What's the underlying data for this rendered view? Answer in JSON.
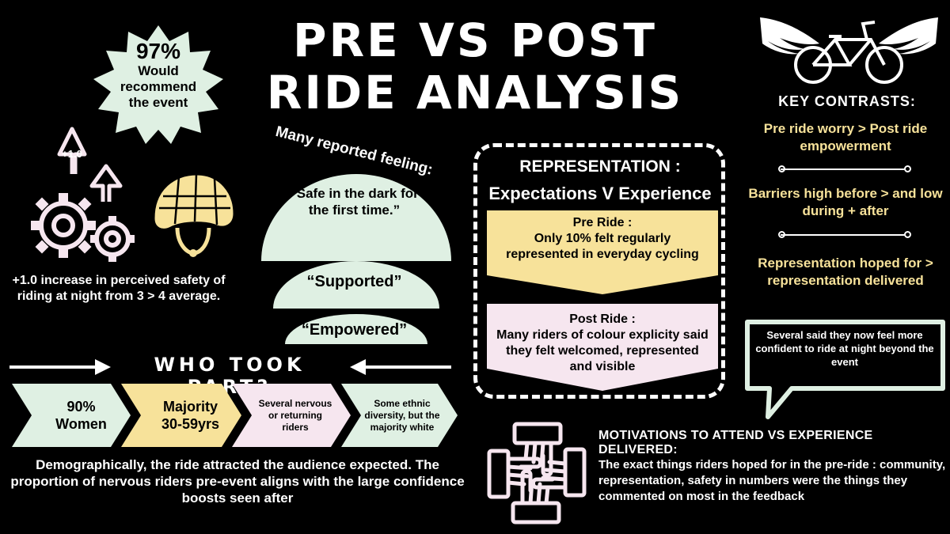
{
  "title": {
    "line1": "PRE VS POST",
    "line2": "RIDE ANALYSIS"
  },
  "recommend": {
    "percent": "97%",
    "line1": "Would",
    "line2": "recommend",
    "line3": "the event"
  },
  "safety": {
    "increase_label": "+1.0",
    "text": "+1.0 increase in perceived safety of riding at night from 3 > 4 average."
  },
  "feelings": {
    "title": "Many reported feeling:",
    "items": [
      "“Safe in the dark for the first time.”",
      "“Supported”",
      "“Empowered”"
    ]
  },
  "who_took_part": {
    "title": "WHO TOOK PART?",
    "items": [
      {
        "text": "90% Women",
        "color": "#dff0e3"
      },
      {
        "text": "Majority 30-59yrs",
        "color": "#f7e29a"
      },
      {
        "text": "Several nervous or returning riders",
        "color": "#f6e6ef"
      },
      {
        "text": "Some ethnic diversity, but the majority white",
        "color": "#dff0e3"
      }
    ],
    "summary": "Demographically, the ride attracted the audience expected. The proportion of nervous riders pre-event aligns with the large confidence boosts seen after"
  },
  "representation": {
    "title": "REPRESENTATION :",
    "subtitle": "Expectations V Experience",
    "pre_label": "Pre Ride :",
    "pre_text": "Only 10% felt regularly represented in everyday cycling",
    "post_label": "Post Ride :",
    "post_text": "Many riders of colour explicity said they felt welcomed, represented and visible"
  },
  "key_contrasts": {
    "title": "KEY CONTRASTS:",
    "items": [
      "Pre ride worry > Post ride empowerment",
      "Barriers high before > and low during + after",
      "Representation hoped for > representation delivered"
    ]
  },
  "quote_bubble": "Several said they now feel more confident to ride at night beyond the event",
  "motivations": {
    "title": "MOTIVATIONS TO ATTEND VS EXPERIENCE DELIVERED:",
    "text": "The exact things riders hoped for in the pre-ride : community, representation, safety in numbers were the things they commented on most in the feedback"
  },
  "colors": {
    "mint": "#dff0e3",
    "yellow": "#f7e29a",
    "pink": "#f6e6ef",
    "background": "#000000",
    "text": "#ffffff"
  },
  "icons": [
    "winged-bicycle-icon",
    "gears-icon",
    "up-arrows-icon",
    "helmet-icon",
    "hands-circle-icon",
    "right-arrow-icon",
    "left-arrow-icon"
  ]
}
